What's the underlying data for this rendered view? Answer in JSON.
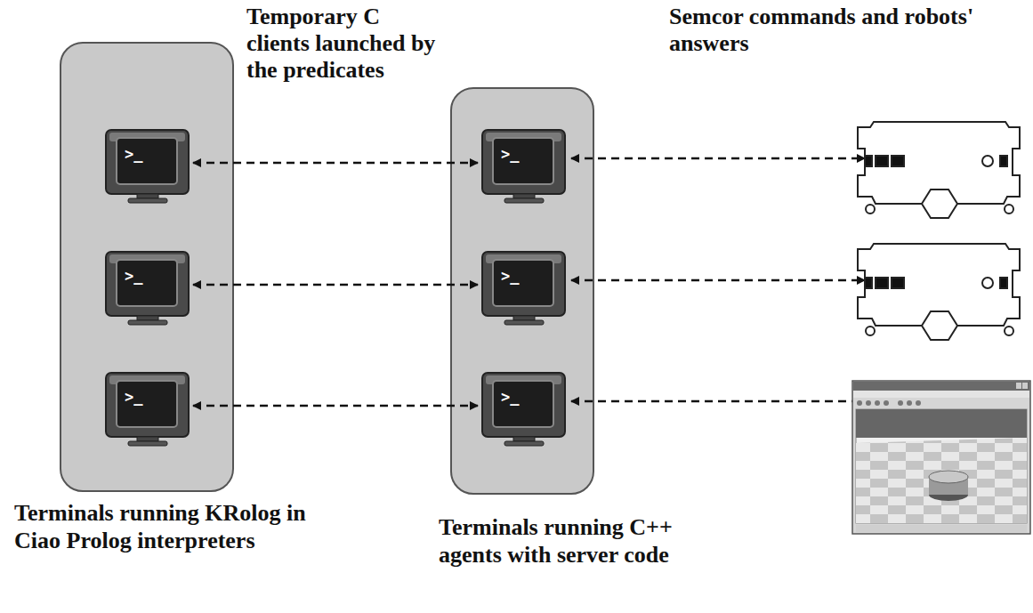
{
  "diagram": {
    "nodes": [
      {
        "text": [
          "Terminals running KRolog in Ciao Prolog interpreters"
        ]
      },
      {
        "text": [
          ">_"
        ],
        "in": 0
      },
      {
        "text": [
          ">_"
        ],
        "in": 0
      },
      {
        "text": [
          ">_"
        ],
        "in": 0
      },
      {
        "text": [
          "Terminals running C++ agents with server code"
        ]
      },
      {
        "text": [
          ">_"
        ],
        "in": 4
      },
      {
        "text": [
          ">_"
        ],
        "in": 4
      },
      {
        "text": [
          ">_"
        ],
        "in": 4
      }
    ],
    "edges": [
      {
        "from": 1,
        "to": 5,
        "arrow": "both"
      },
      {
        "from": 2,
        "to": 6,
        "arrow": "both"
      },
      {
        "from": 3,
        "to": 7,
        "arrow": "both"
      }
    ],
    "labels": [
      "Temporary C clients launched by the predicates",
      "Semcor commands and robots' answers"
    ]
  }
}
